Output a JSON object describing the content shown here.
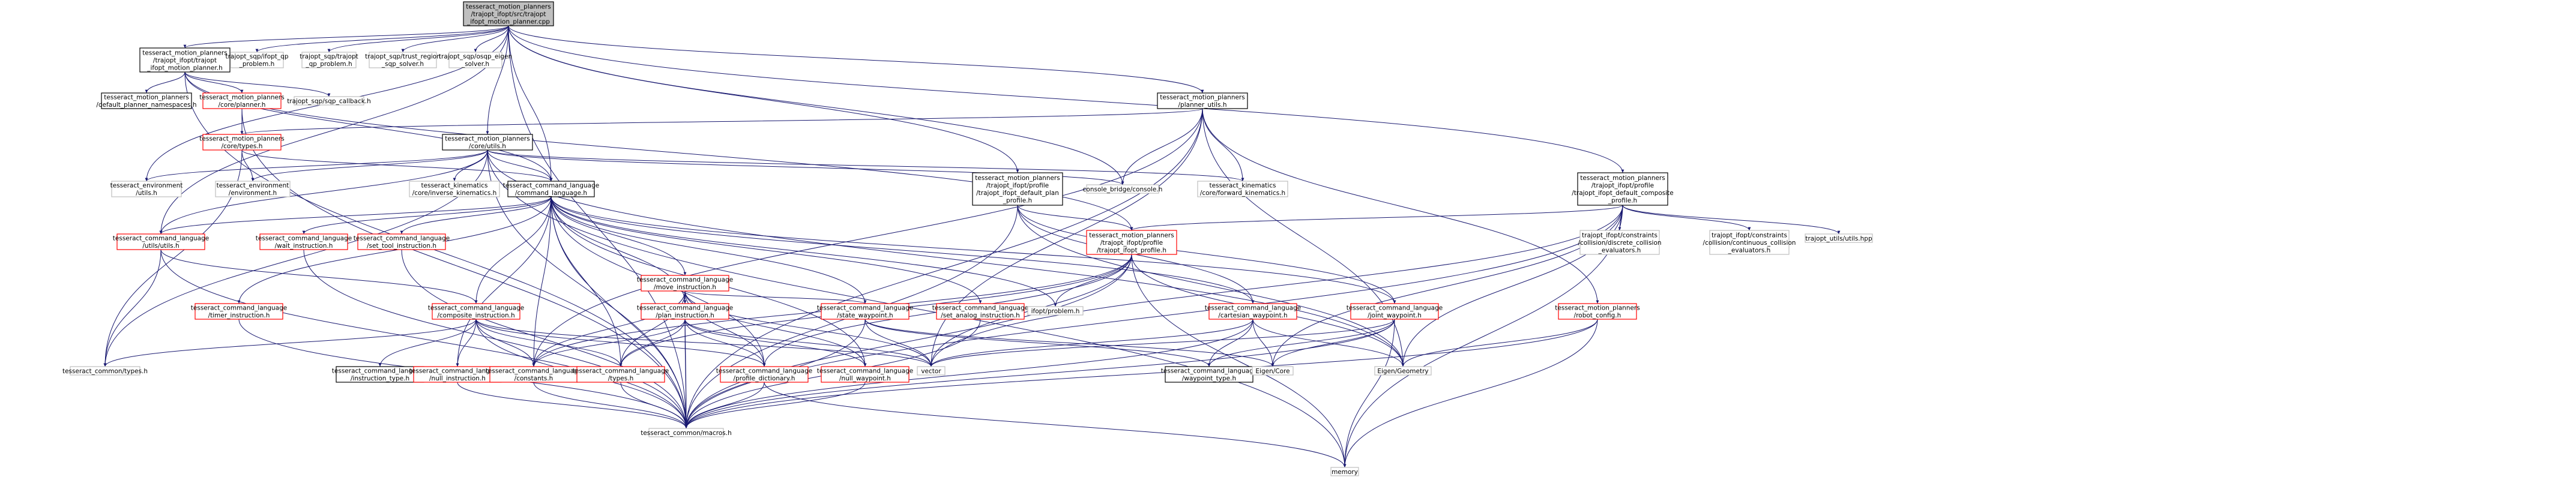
{
  "title": "tesseract_motion_planners/trajopt_ifopt/src/trajopt_ifopt_motion_planner.cpp",
  "colors": {
    "edge": "#191970",
    "root_fill": "#bfbfbf",
    "border_black": "#000000",
    "border_red": "#ff0000",
    "border_gray": "#bfbfbf",
    "fill": "#ffffff"
  },
  "nodes": [
    {
      "id": "root",
      "label": [
        "tesseract_motion_planners",
        "/trajopt_ifopt/src/trajopt",
        "_ifopt_motion_planner.cpp"
      ],
      "style": "root"
    },
    {
      "id": "tmp_h",
      "label": [
        "tesseract_motion_planners",
        "/trajopt_ifopt/trajopt",
        "_ifopt_motion_planner.h"
      ],
      "style": "black"
    },
    {
      "id": "tq_prob",
      "label": [
        "trajopt_sqp/ifopt_qp",
        "_problem.h"
      ],
      "style": "gray"
    },
    {
      "id": "tq_trajopt",
      "label": [
        "trajopt_sqp/trajopt",
        "_qp_problem.h"
      ],
      "style": "gray"
    },
    {
      "id": "tq_trust",
      "label": [
        "trajopt_sqp/trust_region",
        "_sqp_solver.h"
      ],
      "style": "gray"
    },
    {
      "id": "osqp",
      "label": [
        "trajopt_sqp/osqp_eigen",
        "_solver.h"
      ],
      "style": "gray"
    },
    {
      "id": "dpn",
      "label": [
        "tesseract_motion_planners",
        "/default_planner_namespaces.h"
      ],
      "style": "black"
    },
    {
      "id": "core_planner",
      "label": [
        "tesseract_motion_planners",
        "/core/planner.h"
      ],
      "style": "red"
    },
    {
      "id": "sqp_cb",
      "label": [
        "trajopt_sqp/sqp_callback.h"
      ],
      "style": "gray"
    },
    {
      "id": "planner_utils",
      "label": [
        "tesseract_motion_planners",
        "/planner_utils.h"
      ],
      "style": "black"
    },
    {
      "id": "core_types",
      "label": [
        "tesseract_motion_planners",
        "/core/types.h"
      ],
      "style": "red"
    },
    {
      "id": "core_utils",
      "label": [
        "tesseract_motion_planners",
        "/core/utils.h"
      ],
      "style": "black"
    },
    {
      "id": "env_utils",
      "label": [
        "tesseract_environment",
        "/utils.h"
      ],
      "style": "gray"
    },
    {
      "id": "env_env",
      "label": [
        "tesseract_environment",
        "/environment.h"
      ],
      "style": "gray"
    },
    {
      "id": "kin_inv",
      "label": [
        "tesseract_kinematics",
        "/core/inverse_kinematics.h"
      ],
      "style": "gray"
    },
    {
      "id": "cl_h",
      "label": [
        "tesseract_command_language",
        "/command_language.h"
      ],
      "style": "black"
    },
    {
      "id": "default_plan",
      "label": [
        "tesseract_motion_planners",
        "/trajopt_ifopt/profile",
        "/trajopt_ifopt_default_plan",
        "_profile.h"
      ],
      "style": "black"
    },
    {
      "id": "console",
      "label": [
        "console_bridge/console.h"
      ],
      "style": "gray"
    },
    {
      "id": "kin_fwd",
      "label": [
        "tesseract_kinematics",
        "/core/forward_kinematics.h"
      ],
      "style": "gray"
    },
    {
      "id": "default_comp",
      "label": [
        "tesseract_motion_planners",
        "/trajopt_ifopt/profile",
        "/trajopt_ifopt_default_composite",
        "_profile.h"
      ],
      "style": "black"
    },
    {
      "id": "cl_utils",
      "label": [
        "tesseract_command_language",
        "/utils/utils.h"
      ],
      "style": "red"
    },
    {
      "id": "wait",
      "label": [
        "tesseract_command_language",
        "/wait_instruction.h"
      ],
      "style": "red"
    },
    {
      "id": "settool",
      "label": [
        "tesseract_command_language",
        "/set_tool_instruction.h"
      ],
      "style": "red"
    },
    {
      "id": "move",
      "label": [
        "tesseract_command_language",
        "/move_instruction.h"
      ],
      "style": "red"
    },
    {
      "id": "timer",
      "label": [
        "tesseract_command_language",
        "/timer_instruction.h"
      ],
      "style": "red"
    },
    {
      "id": "composite",
      "label": [
        "tesseract_command_language",
        "/composite_instruction.h"
      ],
      "style": "red"
    },
    {
      "id": "plan",
      "label": [
        "tesseract_command_language",
        "/plan_instruction.h"
      ],
      "style": "red"
    },
    {
      "id": "state_wp",
      "label": [
        "tesseract_command_language",
        "/state_waypoint.h"
      ],
      "style": "red"
    },
    {
      "id": "setanalog",
      "label": [
        "tesseract_command_language",
        "/set_analog_instruction.h"
      ],
      "style": "red"
    },
    {
      "id": "ifopt_profile",
      "label": [
        "tesseract_motion_planners",
        "/trajopt_ifopt/profile",
        "/trajopt_ifopt_profile.h"
      ],
      "style": "red"
    },
    {
      "id": "ifopt_problem",
      "label": [
        "ifopt/problem.h"
      ],
      "style": "gray"
    },
    {
      "id": "cart_wp",
      "label": [
        "tesseract_command_language",
        "/cartesian_waypoint.h"
      ],
      "style": "red"
    },
    {
      "id": "joint_wp",
      "label": [
        "tesseract_command_language",
        "/joint_waypoint.h"
      ],
      "style": "red"
    },
    {
      "id": "discrete",
      "label": [
        "trajopt_ifopt/constraints",
        "/collision/discrete_collision",
        "_evaluators.h"
      ],
      "style": "gray"
    },
    {
      "id": "continuous",
      "label": [
        "trajopt_ifopt/constraints",
        "/collision/continuous_collision",
        "_evaluators.h"
      ],
      "style": "gray"
    },
    {
      "id": "tu_utils",
      "label": [
        "trajopt_utils/utils.hpp"
      ],
      "style": "gray"
    },
    {
      "id": "robot_config",
      "label": [
        "tesseract_motion_planners",
        "/robot_config.h"
      ],
      "style": "red"
    },
    {
      "id": "common_types",
      "label": [
        "tesseract_common/types.h"
      ],
      "style": "gray"
    },
    {
      "id": "instr_type",
      "label": [
        "tesseract_command_language",
        "/instruction_type.h"
      ],
      "style": "black"
    },
    {
      "id": "null_instr",
      "label": [
        "tesseract_command_language",
        "/null_instruction.h"
      ],
      "style": "red"
    },
    {
      "id": "constants",
      "label": [
        "tesseract_command_language",
        "/constants.h"
      ],
      "style": "red"
    },
    {
      "id": "cl_types",
      "label": [
        "tesseract_command_language",
        "/types.h"
      ],
      "style": "red"
    },
    {
      "id": "profile_dict",
      "label": [
        "tesseract_command_language",
        "/profile_dictionary.h"
      ],
      "style": "red"
    },
    {
      "id": "null_wp",
      "label": [
        "tesseract_command_language",
        "/null_waypoint.h"
      ],
      "style": "red"
    },
    {
      "id": "vector",
      "label": [
        "vector"
      ],
      "style": "gray"
    },
    {
      "id": "wp_type",
      "label": [
        "tesseract_command_language",
        "/waypoint_type.h"
      ],
      "style": "black"
    },
    {
      "id": "eigen_core",
      "label": [
        "Eigen/Core"
      ],
      "style": "gray"
    },
    {
      "id": "eigen_geom",
      "label": [
        "Eigen/Geometry"
      ],
      "style": "gray"
    },
    {
      "id": "macros",
      "label": [
        "tesseract_common/macros.h"
      ],
      "style": "gray"
    },
    {
      "id": "memory",
      "label": [
        "memory"
      ],
      "style": "gray"
    }
  ]
}
